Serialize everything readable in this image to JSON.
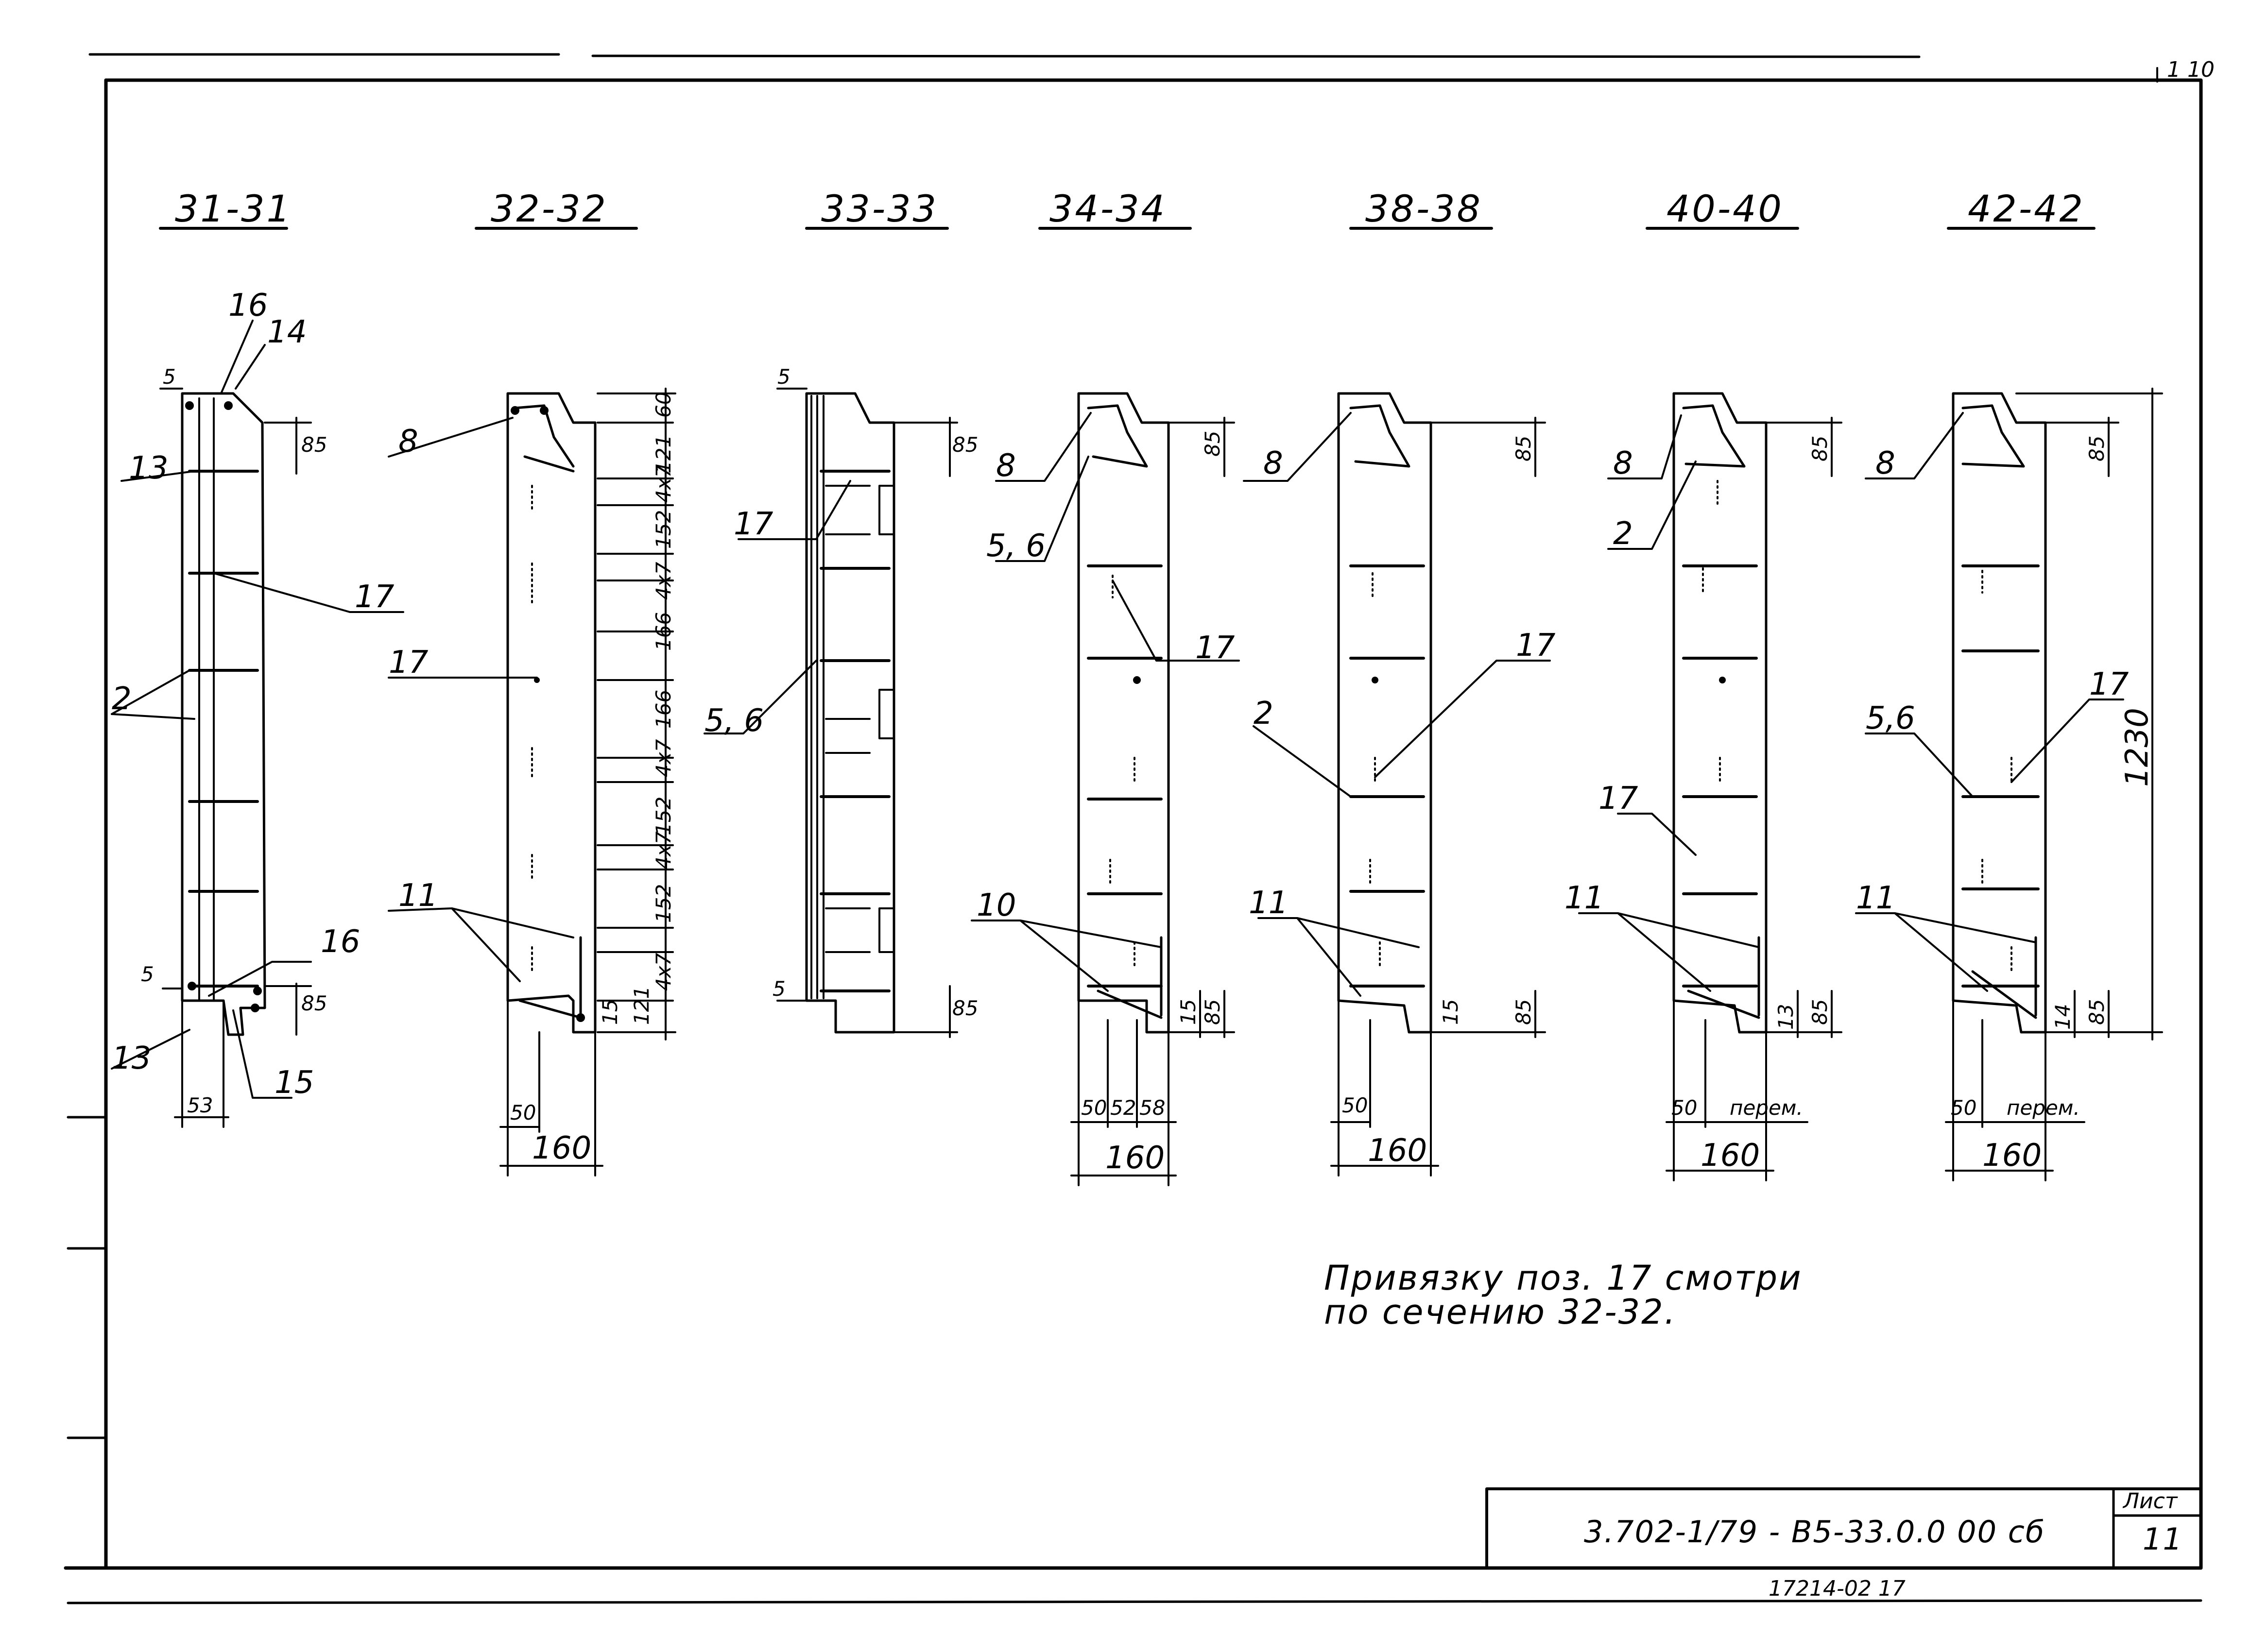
{
  "sheet_corner_mark": "1 10",
  "sections": [
    {
      "title": "31-31",
      "labels": [
        "16",
        "14",
        "13",
        "17",
        "2",
        "16",
        "13",
        "15"
      ],
      "dims": [
        "5",
        "85",
        "5",
        "85",
        "53"
      ]
    },
    {
      "title": "32-32",
      "labels": [
        "8",
        "17",
        "11"
      ],
      "dims": [
        "60",
        "121",
        "4x7",
        "152",
        "4x7",
        "166",
        "166",
        "4x7",
        "152",
        "4x7",
        "152",
        "4x7",
        "121",
        "15",
        "50",
        "160"
      ]
    },
    {
      "title": "33-33",
      "labels": [
        "17",
        "5, 6"
      ],
      "dims": [
        "5",
        "85",
        "5",
        "85"
      ]
    },
    {
      "title": "34-34",
      "labels": [
        "8",
        "5, 6",
        "17",
        "10"
      ],
      "dims": [
        "85",
        "15",
        "85",
        "50",
        "52",
        "58",
        "160"
      ]
    },
    {
      "title": "38-38",
      "labels": [
        "8",
        "17",
        "2",
        "11"
      ],
      "dims": [
        "85",
        "15",
        "85",
        "50",
        "160"
      ]
    },
    {
      "title": "40-40",
      "labels": [
        "8",
        "2",
        "17",
        "11"
      ],
      "dims": [
        "85",
        "13",
        "85",
        "50",
        "перем.",
        "160"
      ]
    },
    {
      "title": "42-42",
      "labels": [
        "8",
        "17",
        "5,6",
        "11"
      ],
      "dims": [
        "85",
        "1230",
        "14",
        "85",
        "50",
        "перем.",
        "160"
      ]
    }
  ],
  "note": {
    "line1": "Привязку поз. 17 смотри",
    "line2": "по сечению 32-32."
  },
  "title_block": {
    "designation": "3.702-1/79 - В5-33.0.0 00 сб",
    "sheet_label": "Лист",
    "sheet_number": "11"
  },
  "archive_number": "17214-02   17"
}
